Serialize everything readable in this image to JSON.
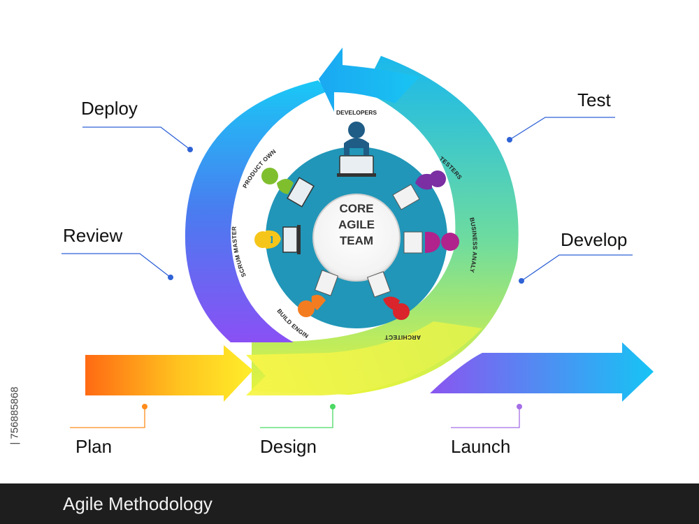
{
  "phases": {
    "deploy": "Deploy",
    "test": "Test",
    "review": "Review",
    "develop": "Develop",
    "plan": "Plan",
    "design": "Design",
    "launch": "Launch"
  },
  "center": {
    "line1": "CORE",
    "line2": "AGILE",
    "line3": "TEAM"
  },
  "roles": {
    "developers": "DEVELOPERS",
    "testers": "TESTERS",
    "business_analyst": "BUSINESS ANALYST",
    "architect": "ARCHITECT",
    "build_engineer": "BUILD ENGINEER",
    "scrum_master": "SCRUM MASTER",
    "product_owner": "PRODUCT OWNER"
  },
  "footer": {
    "title": "Agile Methodology"
  },
  "stock_id": "| 756885868",
  "colors": {
    "table": "#2196b8",
    "plan": "#ff8c1a",
    "design": "#4cd964",
    "launch": "#a46ee6",
    "connector": "#2f62d6"
  }
}
